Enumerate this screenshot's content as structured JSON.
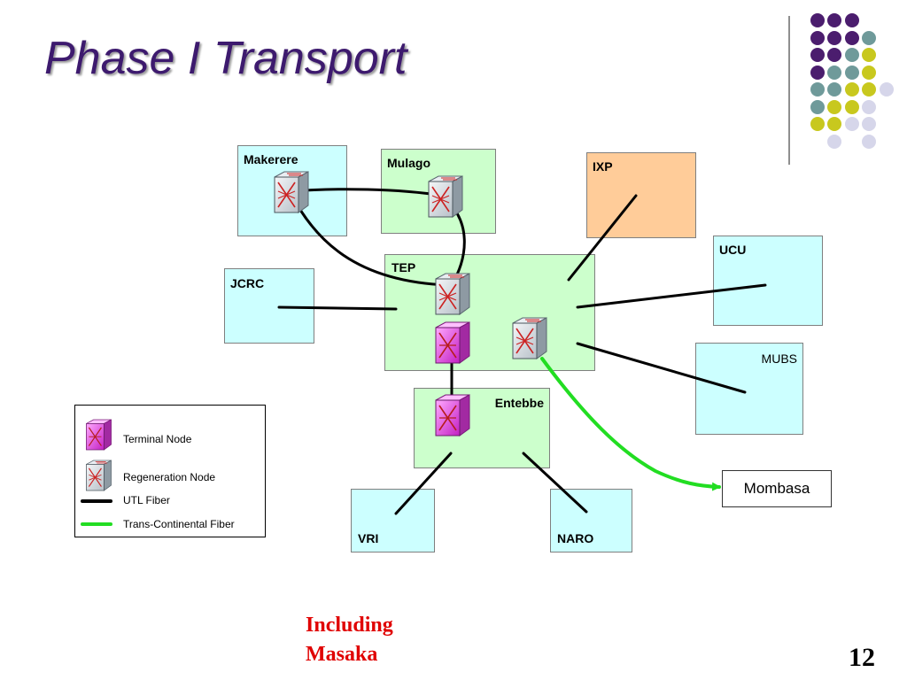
{
  "slide": {
    "title": "Phase I Transport",
    "page_number": "12",
    "note_lines": [
      "Including",
      "Masaka"
    ]
  },
  "colors": {
    "title": "#3d1a6e",
    "site_blue": "#ccffff",
    "site_green": "#ccffcc",
    "site_orange": "#ffcc99",
    "utl_fiber": "#000000",
    "trans_continental_fiber": "#22dd22",
    "note": "#e00000"
  },
  "decoration": {
    "dot_palette": [
      "#4b1d6e",
      "#6f9a9a",
      "#c8c81e",
      "#d6d6ea"
    ],
    "dot_rows": [
      [
        -1,
        0,
        0,
        0,
        -1
      ],
      [
        -1,
        0,
        0,
        0,
        1
      ],
      [
        -1,
        0,
        0,
        1,
        2
      ],
      [
        -1,
        0,
        1,
        1,
        2
      ],
      [
        -1,
        1,
        1,
        2,
        2,
        3
      ],
      [
        -1,
        1,
        2,
        2,
        3
      ],
      [
        -1,
        2,
        2,
        3,
        3
      ],
      [
        -1,
        -1,
        3,
        -1,
        3
      ]
    ]
  },
  "sites": {
    "makerere": "Makerere",
    "mulago": "Mulago",
    "ixp": "IXP",
    "ucu": "UCU",
    "tep": "TEP",
    "jcrc": "JCRC",
    "mubs": "MUBS",
    "entebbe": "Entebbe",
    "vri": "VRI",
    "naro": "NARO",
    "mombasa": "Mombasa"
  },
  "legend": {
    "terminal_node": "Terminal Node",
    "regeneration_node": "Regeneration Node",
    "utl_fiber": "UTL Fiber",
    "trans_continental_fiber": "Trans-Continental Fiber"
  }
}
